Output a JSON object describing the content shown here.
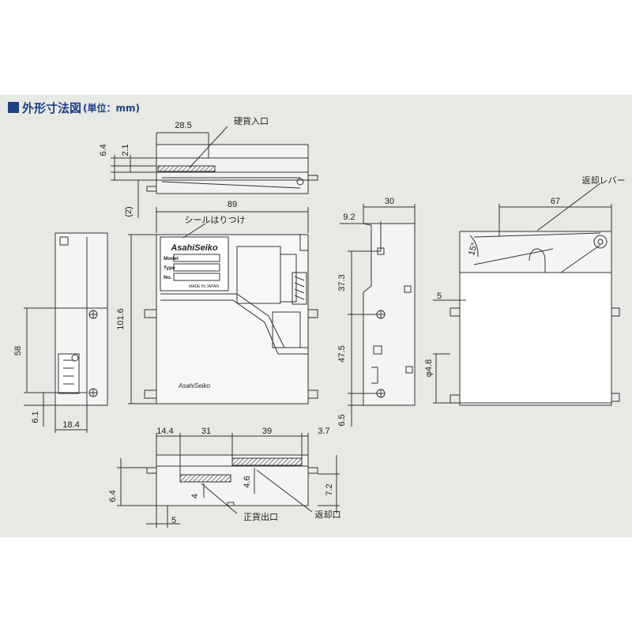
{
  "heading": {
    "title": "外形寸法図",
    "unit": "(単位：mm)"
  },
  "top_view": {
    "dim_width": "28.5",
    "dim_h1": "6.4",
    "dim_h2": "2.1",
    "dim_h3": "(2)",
    "label_coin_inlet": "硬貨入口"
  },
  "front_view": {
    "dim_width": "89",
    "dim_height": "101.6",
    "label_seal": "シールはりつけ",
    "brand": "AsahiSeiko",
    "field_model": "Model",
    "field_type": "Type",
    "field_no": "No.",
    "made_in": "MADE IN JAPAN",
    "bottom_logo": "AsahiSeiko"
  },
  "left_view": {
    "dim_58": "58",
    "dim_61": "6.1",
    "dim_184": "18.4"
  },
  "side_view": {
    "dim_92": "9.2",
    "dim_30": "30",
    "dim_373": "37.3",
    "dim_475": "47.5",
    "dim_65": "6.5"
  },
  "right_view": {
    "label_return_lever": "返却レバー",
    "dim_67": "67",
    "dim_15": "15°",
    "dim_5": "5",
    "dim_48": "φ4.8"
  },
  "bottom_view": {
    "dim_144": "14.4",
    "dim_31": "31",
    "dim_39": "39",
    "dim_37": "3.7",
    "dim_64": "6.4",
    "dim_4": "4",
    "dim_46": "4.6",
    "dim_72": "7.2",
    "dim_5": "5",
    "label_coin_outlet": "正貨出口",
    "label_return_outlet": "返却口"
  }
}
